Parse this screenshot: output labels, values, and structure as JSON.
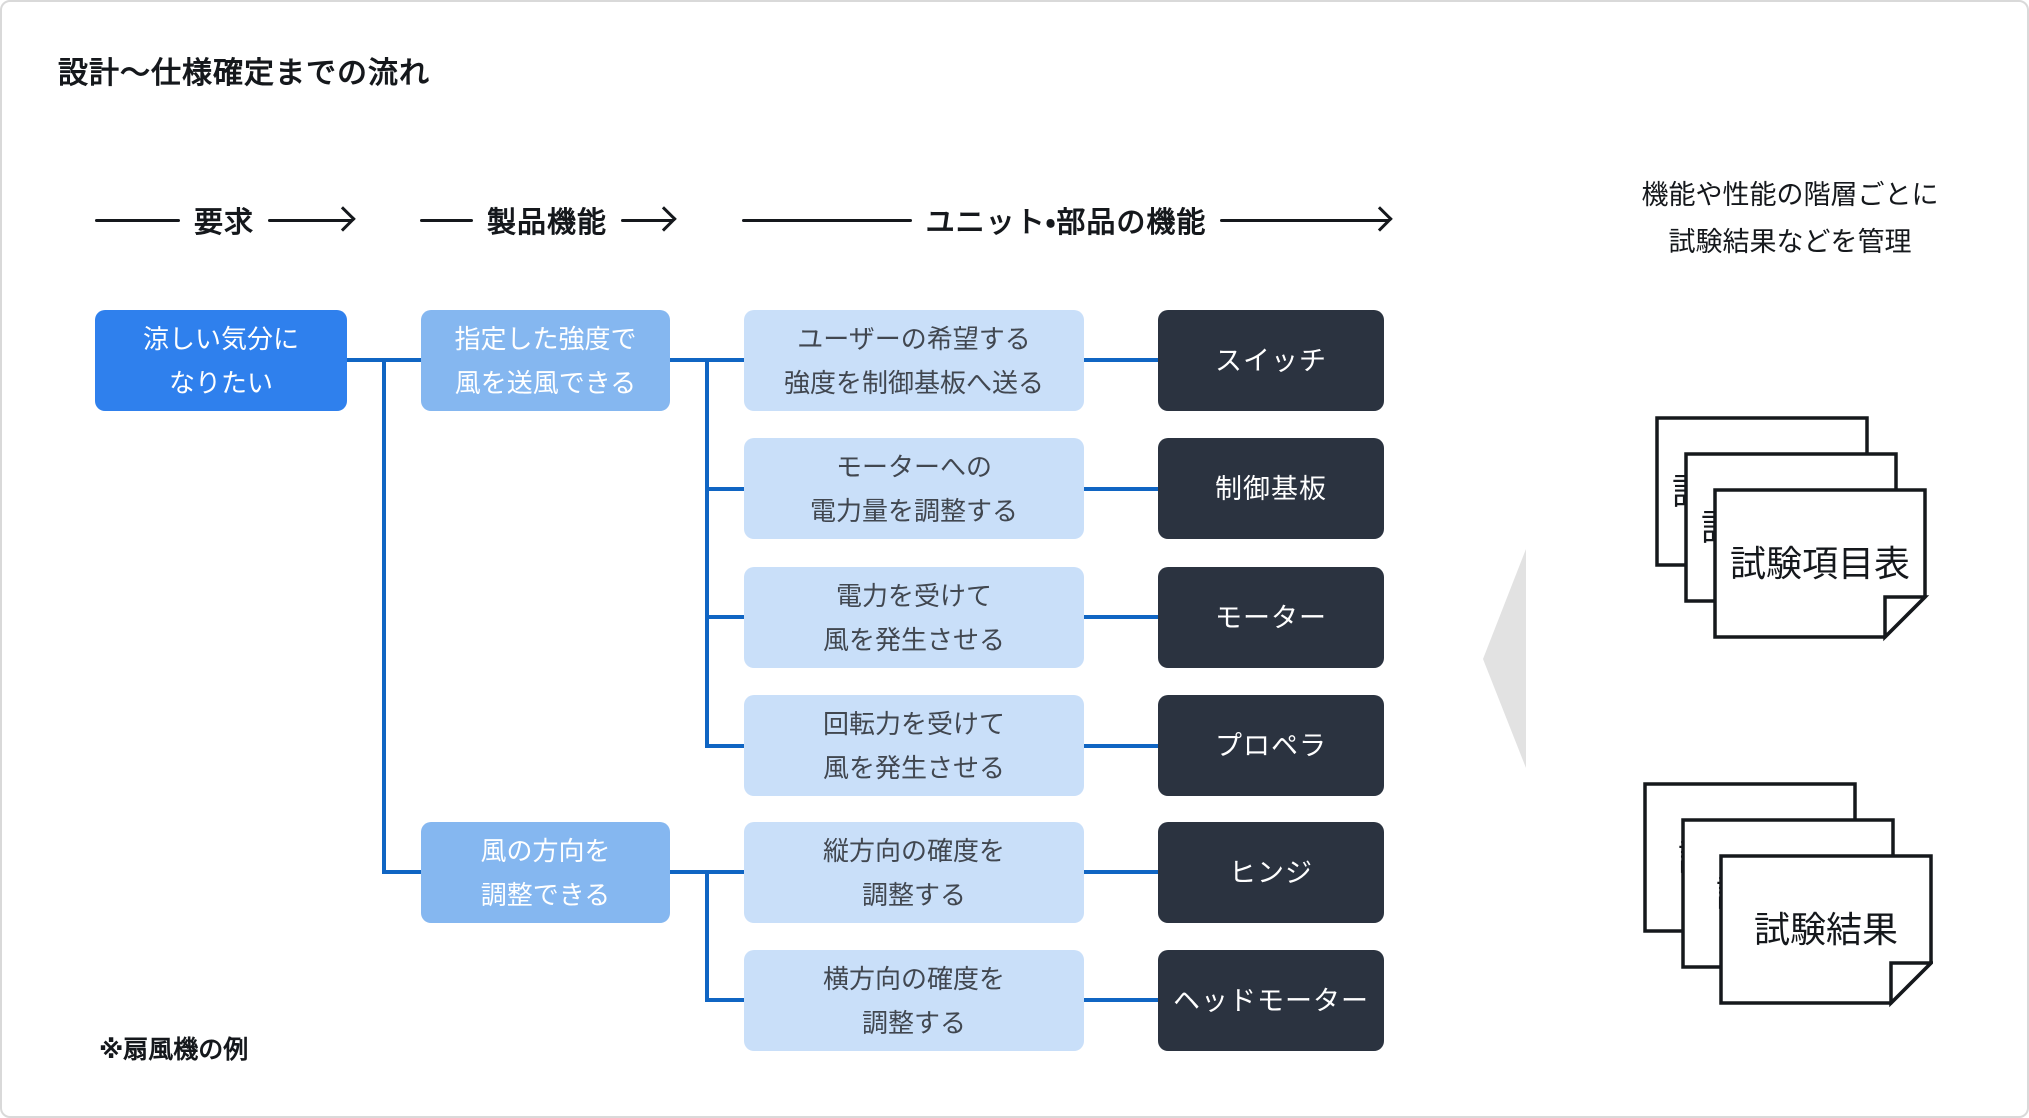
{
  "title": "設計〜仕様確定までの流れ",
  "note": "※扇風機の例",
  "columns": [
    {
      "label": "要求"
    },
    {
      "label": "製品機能"
    },
    {
      "label": "ユニット・部品の機能"
    }
  ],
  "requirement": {
    "lines": [
      "涼しい気分に",
      "なりたい"
    ]
  },
  "product_functions": [
    {
      "lines": [
        "指定した強度で",
        "風を送風できる"
      ]
    },
    {
      "lines": [
        "風の方向を",
        "調整できる"
      ]
    }
  ],
  "unit_functions": [
    {
      "lines": [
        "ユーザーの希望する",
        "強度を制御基板へ送る"
      ],
      "part": "スイッチ"
    },
    {
      "lines": [
        "モーターへの",
        "電力量を調整する"
      ],
      "part": "制御基板"
    },
    {
      "lines": [
        "電力を受けて",
        "風を発生させる"
      ],
      "part": "モーター"
    },
    {
      "lines": [
        "回転力を受けて",
        "風を発生させる"
      ],
      "part": "プロペラ"
    },
    {
      "lines": [
        "縦方向の確度を",
        "調整する"
      ],
      "part": "ヒンジ"
    },
    {
      "lines": [
        "横方向の確度を",
        "調整する"
      ],
      "part": "ヘッドモーター"
    }
  ],
  "annotation": {
    "lines": [
      "機能や性能の階層ごとに",
      "試験結果などを管理"
    ]
  },
  "documents": [
    {
      "label": "試験項目表"
    },
    {
      "label": "試験結果"
    }
  ],
  "colors": {
    "primary": "#2F80ED",
    "secondary": "#85B7F0",
    "tertiary": "#C9DFF9",
    "connector": "#1065C3",
    "dark": "#2B3340",
    "ink": "#414750",
    "line": "#15181c",
    "arrow-gray": "#E2E2E2"
  }
}
